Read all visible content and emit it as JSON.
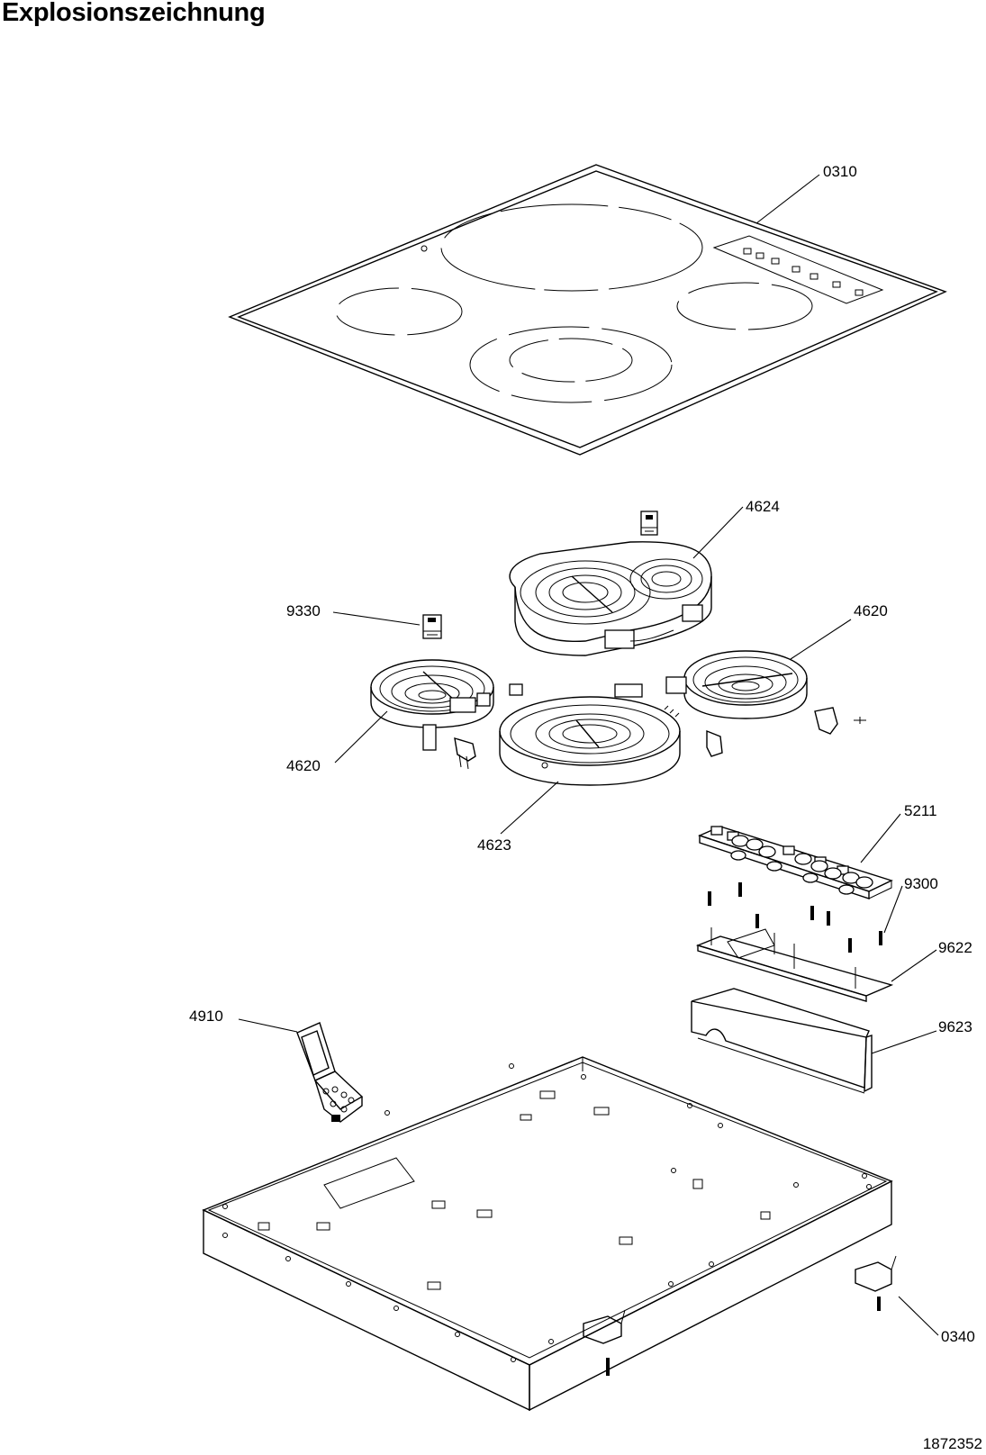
{
  "title": "Explosionszeichnung",
  "document_number": "1872352",
  "callouts": [
    {
      "id": "0310"
    },
    {
      "id": "4624"
    },
    {
      "id": "9330"
    },
    {
      "id": "4620"
    },
    {
      "id": "4620"
    },
    {
      "id": "4623"
    },
    {
      "id": "5211"
    },
    {
      "id": "9300"
    },
    {
      "id": "9622"
    },
    {
      "id": "4910"
    },
    {
      "id": "9623"
    },
    {
      "id": "0340"
    }
  ]
}
